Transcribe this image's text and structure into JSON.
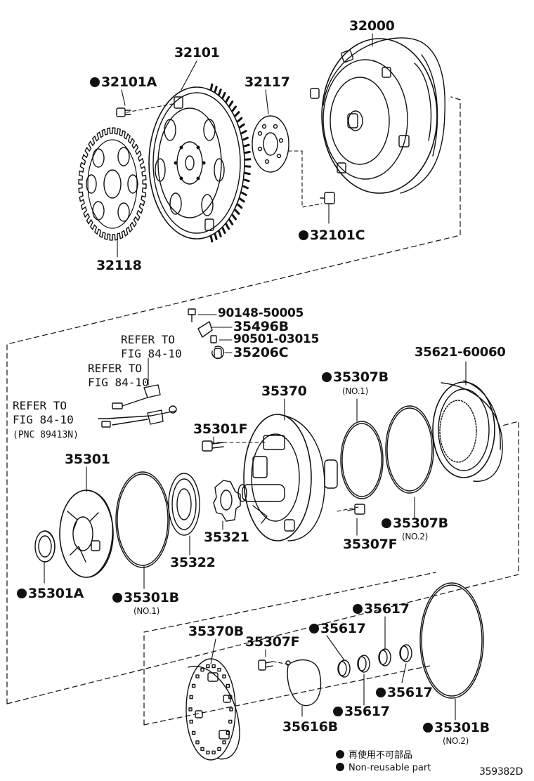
{
  "parts": {
    "p32000": "32000",
    "p32101": "32101",
    "p32101A": "32101A",
    "p32117": "32117",
    "p32118": "32118",
    "p32101C": "32101C",
    "p90148": "90148-50005",
    "p35496B": "35496B",
    "p90501": "90501-03015",
    "p35206C": "35206C",
    "p35621": "35621-60060",
    "p35307B_1": "35307B",
    "p35307B_1_note": "(NO.1)",
    "p35370": "35370",
    "p35301F": "35301F",
    "p35301": "35301",
    "p35321": "35321",
    "p35322": "35322",
    "p35307F_a": "35307F",
    "p35307B_2": "35307B",
    "p35307B_2_note": "(NO.2)",
    "p35301A": "35301A",
    "p35301B_1": "35301B",
    "p35301B_1_note": "(NO.1)",
    "p35370B": "35370B",
    "p35307F_b": "35307F",
    "p35617_a": "35617",
    "p35617_b": "35617",
    "p35617_c": "35617",
    "p35617_d": "35617",
    "p35616B": "35616B",
    "p35301B_2": "35301B",
    "p35301B_2_note": "(NO.2)"
  },
  "refs": {
    "r1_line1": "REFER TO",
    "r1_line2": "FIG 84-10",
    "r2_line1": "REFER TO",
    "r2_line2": "FIG 84-10",
    "r3_line1": "REFER TO",
    "r3_line2": "FIG 84-10",
    "r3_line3": "(PNC 89413N)"
  },
  "legend": {
    "jp": "再使用不可部品",
    "en": "Non-reusable part"
  },
  "diagram_id": "359382D"
}
